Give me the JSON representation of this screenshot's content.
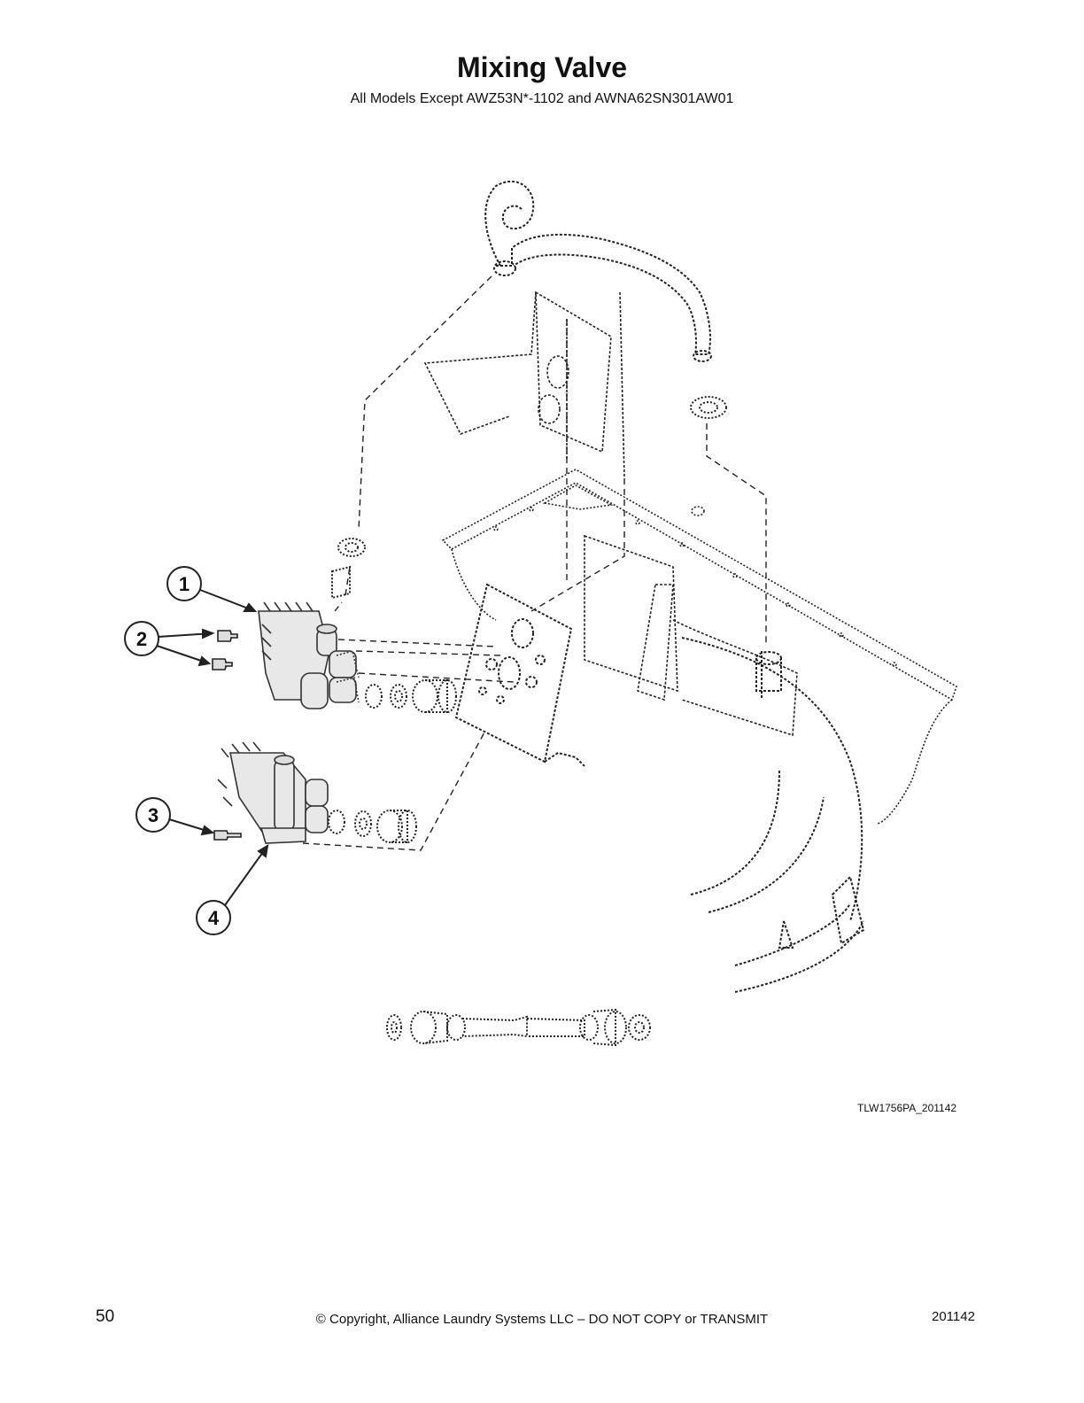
{
  "header": {
    "title": "Mixing Valve",
    "subtitle": "All Models Except AWZ53N*-1102 and AWNA62SN301AW01"
  },
  "diagram": {
    "callouts": [
      {
        "number": "1"
      },
      {
        "number": "2"
      },
      {
        "number": "3"
      },
      {
        "number": "4"
      }
    ],
    "drawing_id": "TLW1756PA_201142"
  },
  "footer": {
    "page_number": "50",
    "copyright": "© Copyright, Alliance Laundry Systems LLC – DO NOT COPY or TRANSMIT",
    "doc_code": "201142"
  }
}
